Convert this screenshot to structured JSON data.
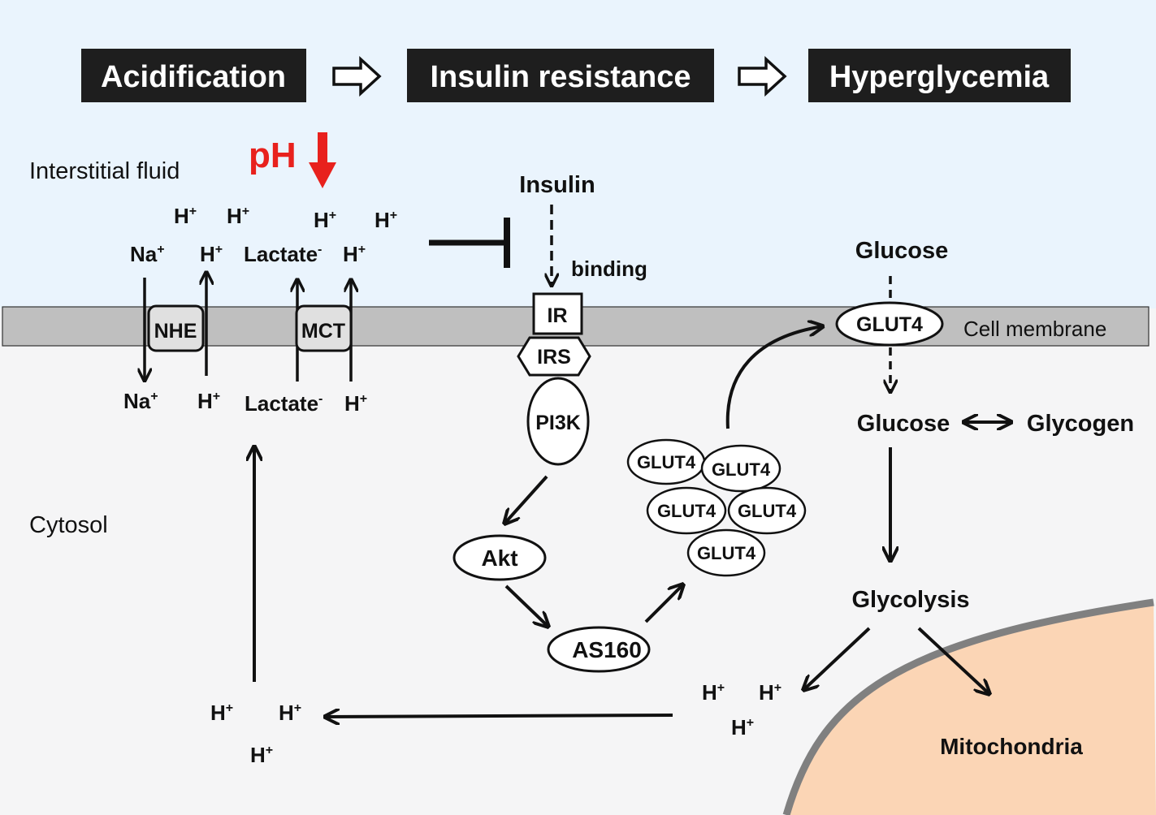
{
  "header": {
    "step1": "Acidification",
    "step2": "Insulin resistance",
    "step3": "Hyperglycemia"
  },
  "regions": {
    "interstitial": "Interstitial fluid",
    "cytosol": "Cytosol",
    "membrane": "Cell membrane",
    "mitochondria": "Mitochondria"
  },
  "ph": {
    "label": "pH"
  },
  "ions": {
    "h": "H",
    "na": "Na",
    "lactate": "Lactate",
    "plus": "+",
    "minus": "-"
  },
  "transporters": {
    "nhe": "NHE",
    "mct": "MCT"
  },
  "signaling": {
    "insulin": "Insulin",
    "binding": "binding",
    "ir": "IR",
    "irs": "IRS",
    "pi3k": "PI3K",
    "akt": "Akt",
    "as160": "AS160",
    "glut4": "GLUT4"
  },
  "metabolism": {
    "glucose_out": "Glucose",
    "glucose_in": "Glucose",
    "glycogen": "Glycogen",
    "glycolysis": "Glycolysis"
  },
  "colors": {
    "header_bg": "#1e1e1e",
    "interstitial_bg": "#eaf4fd",
    "cytosol_bg": "#f5f5f6",
    "membrane": "#bfbfbf",
    "ph_red": "#e8211d",
    "mito_fill": "#fbd5b5",
    "mito_edge": "#808080"
  }
}
